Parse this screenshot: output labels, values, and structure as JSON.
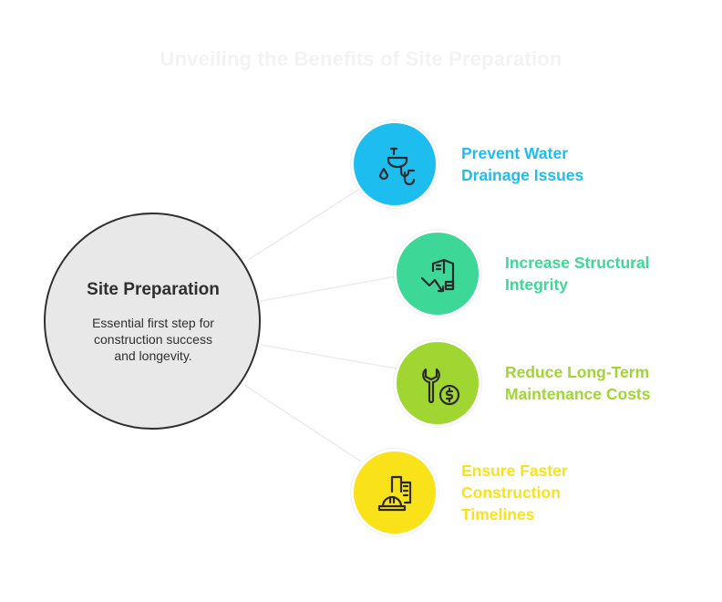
{
  "title": "Unveiling the Benefits of Site Preparation",
  "hub": {
    "title": "Site Preparation",
    "description": [
      "Essential first step for",
      "construction success",
      "and longevity."
    ]
  },
  "benefits": [
    {
      "lines": [
        "Prevent Water",
        "Drainage Issues"
      ],
      "color": "#1ebdf0",
      "icon": "sink-drain-icon"
    },
    {
      "lines": [
        "Increase Structural",
        "Integrity"
      ],
      "color": "#3dd897",
      "icon": "building-decline-icon"
    },
    {
      "lines": [
        "Reduce Long-Term",
        "Maintenance Costs"
      ],
      "color": "#a0d632",
      "icon": "wrench-dollar-icon"
    },
    {
      "lines": [
        "Ensure Faster",
        "Construction",
        "Timelines"
      ],
      "color": "#fae21a",
      "icon": "hardhat-building-icon"
    }
  ],
  "colors": {
    "hub_fill": "#e8e8e8",
    "hub_stroke": "#2f2f2f",
    "connector": "#ececec",
    "title": "#f3f3f3"
  }
}
